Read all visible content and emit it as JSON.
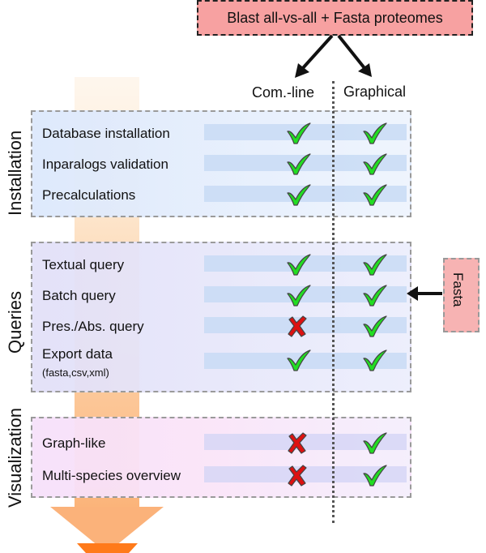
{
  "top_box": {
    "label": "Blast all-vs-all + Fasta proteomes"
  },
  "columns": {
    "cmdline": "Com.-line",
    "graphical": "Graphical"
  },
  "sections": [
    {
      "label": "Installation",
      "rows": [
        {
          "label": "Database installation",
          "sub": "",
          "cmdline": "check",
          "graphical": "check"
        },
        {
          "label": "Inparalogs validation",
          "sub": "",
          "cmdline": "check",
          "graphical": "check"
        },
        {
          "label": "Precalculations",
          "sub": "",
          "cmdline": "check",
          "graphical": "check"
        }
      ]
    },
    {
      "label": "Queries",
      "rows": [
        {
          "label": "Textual query",
          "sub": "",
          "cmdline": "check",
          "graphical": "check"
        },
        {
          "label": "Batch query",
          "sub": "",
          "cmdline": "check",
          "graphical": "check"
        },
        {
          "label": "Pres./Abs. query",
          "sub": "",
          "cmdline": "cross",
          "graphical": "check"
        },
        {
          "label": "Export data",
          "sub": "(fasta,csv,xml)",
          "cmdline": "check",
          "graphical": "check"
        }
      ]
    },
    {
      "label": "Visualization",
      "rows": [
        {
          "label": "Graph-like",
          "sub": "",
          "cmdline": "cross",
          "graphical": "check"
        },
        {
          "label": "Multi-species overview",
          "sub": "",
          "cmdline": "cross",
          "graphical": "check"
        }
      ]
    }
  ],
  "fasta_box": {
    "label": "Fasta"
  },
  "colors": {
    "check": "#22dd22",
    "cross": "#dd1111",
    "top_box": "#f7a1a1",
    "arrow": "#fbbf84",
    "arrow_head": "#ff7a1a"
  },
  "icons": {
    "check": "check-icon",
    "cross": "cross-icon"
  }
}
